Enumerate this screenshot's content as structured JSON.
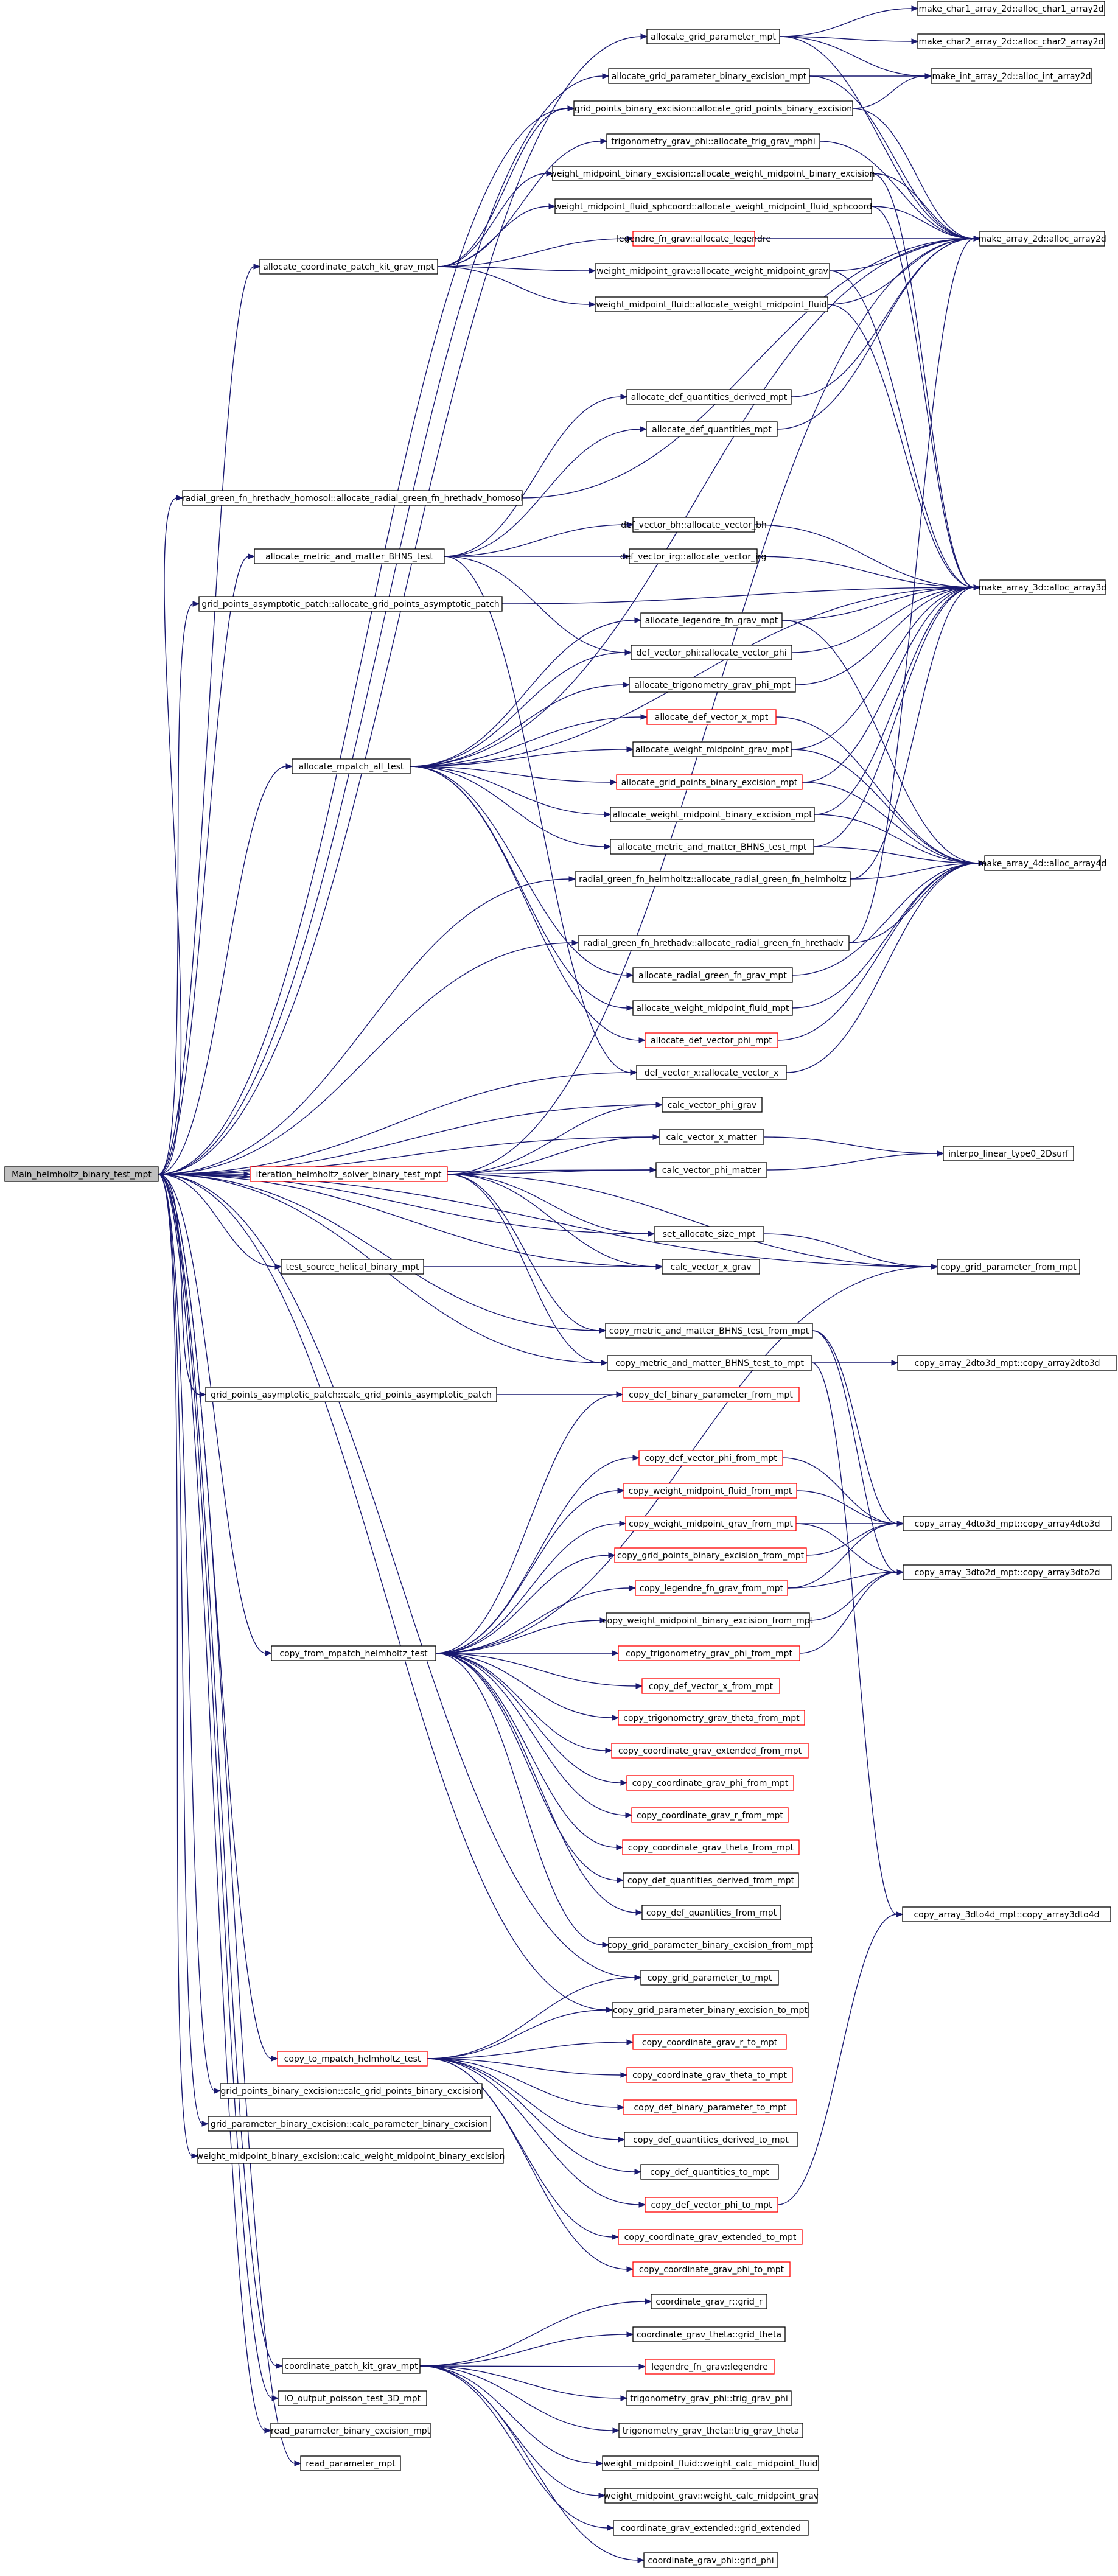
{
  "colors": {
    "edge": "#191970",
    "node_border": "#000000",
    "node_border_partial": "#ff0000",
    "root_fill": "#bfbfbf"
  },
  "nodes": [
    {
      "id": "main",
      "label": "Main_helmholtz_binary_test_mpt",
      "root": true
    },
    {
      "id": "agpm",
      "label": "allocate_grid_parameter_mpt"
    },
    {
      "id": "mc1",
      "label": "make_char1_array_2d::alloc_char1_array2d"
    },
    {
      "id": "mc2",
      "label": "make_char2_array_2d::alloc_char2_array2d"
    },
    {
      "id": "agpbe",
      "label": "allocate_grid_parameter_binary_excision_mpt"
    },
    {
      "id": "mi2",
      "label": "make_int_array_2d::alloc_int_array2d"
    },
    {
      "id": "gpbe_agp",
      "label": "grid_points_binary_excision::allocate_grid_points_binary_excision"
    },
    {
      "id": "tgp_atg",
      "label": "trigonometry_grav_phi::allocate_trig_grav_mphi"
    },
    {
      "id": "wmbe_awm",
      "label": "weight_midpoint_binary_excision::allocate_weight_midpoint_binary_excision"
    },
    {
      "id": "wmfs_awm",
      "label": "weight_midpoint_fluid_sphcoord::allocate_weight_midpoint_fluid_sphcoord"
    },
    {
      "id": "lfg_al",
      "label": "legendre_fn_grav::allocate_legendre",
      "partial": true
    },
    {
      "id": "m2d",
      "label": "make_array_2d::alloc_array2d"
    },
    {
      "id": "acpkg",
      "label": "allocate_coordinate_patch_kit_grav_mpt"
    },
    {
      "id": "wmg_awm",
      "label": "weight_midpoint_grav::allocate_weight_midpoint_grav"
    },
    {
      "id": "wmf_awm",
      "label": "weight_midpoint_fluid::allocate_weight_midpoint_fluid"
    },
    {
      "id": "adqd",
      "label": "allocate_def_quantities_derived_mpt"
    },
    {
      "id": "adq",
      "label": "allocate_def_quantities_mpt"
    },
    {
      "id": "rgfhh_arg",
      "label": "radial_green_fn_hrethadv_homosol::allocate_radial_green_fn_hrethadv_homosol"
    },
    {
      "id": "dvbh",
      "label": "def_vector_bh::allocate_vector_bh"
    },
    {
      "id": "amm",
      "label": "allocate_metric_and_matter_BHNS_test"
    },
    {
      "id": "dvirg",
      "label": "def_vector_irg::allocate_vector_irg"
    },
    {
      "id": "gpap",
      "label": "grid_points_asymptotic_patch::allocate_grid_points_asymptotic_patch"
    },
    {
      "id": "m3d",
      "label": "make_array_3d::alloc_array3d"
    },
    {
      "id": "algm",
      "label": "allocate_legendre_fn_grav_mpt"
    },
    {
      "id": "dvphi",
      "label": "def_vector_phi::allocate_vector_phi"
    },
    {
      "id": "atgp",
      "label": "allocate_trigonometry_grav_phi_mpt"
    },
    {
      "id": "adv",
      "label": "allocate_def_vector_x_mpt",
      "partial": true
    },
    {
      "id": "amat",
      "label": "allocate_mpatch_all_test"
    },
    {
      "id": "awmg",
      "label": "allocate_weight_midpoint_grav_mpt"
    },
    {
      "id": "agpbex",
      "label": "allocate_grid_points_binary_excision_mpt",
      "partial": true
    },
    {
      "id": "awmbe",
      "label": "allocate_weight_midpoint_binary_excision_mpt"
    },
    {
      "id": "ammt",
      "label": "allocate_metric_and_matter_BHNS_test_mpt"
    },
    {
      "id": "m4d",
      "label": "make_array_4d::alloc_array4d"
    },
    {
      "id": "rgfh",
      "label": "radial_green_fn_helmholtz::allocate_radial_green_fn_helmholtz"
    },
    {
      "id": "rgfhr",
      "label": "radial_green_fn_hrethadv::allocate_radial_green_fn_hrethadv"
    },
    {
      "id": "argfg",
      "label": "allocate_radial_green_fn_grav_mpt"
    },
    {
      "id": "awmf",
      "label": "allocate_weight_midpoint_fluid_mpt"
    },
    {
      "id": "advp",
      "label": "allocate_def_vector_phi_mpt",
      "partial": true
    },
    {
      "id": "dvx",
      "label": "def_vector_x::allocate_vector_x"
    },
    {
      "id": "cvpg",
      "label": "calc_vector_phi_grav"
    },
    {
      "id": "cvxm",
      "label": "calc_vector_x_matter"
    },
    {
      "id": "ihs",
      "label": "iteration_helmholtz_solver_binary_test_mpt",
      "partial": true
    },
    {
      "id": "cvpm",
      "label": "calc_vector_phi_matter"
    },
    {
      "id": "ilt",
      "label": "interpo_linear_type0_2Dsurf"
    },
    {
      "id": "sas",
      "label": "set_allocate_size_mpt"
    },
    {
      "id": "tsh",
      "label": "test_source_helical_binary_mpt"
    },
    {
      "id": "cvxg",
      "label": "calc_vector_x_grav"
    },
    {
      "id": "cgpfm",
      "label": "copy_grid_parameter_from_mpt"
    },
    {
      "id": "cmmf",
      "label": "copy_metric_and_matter_BHNS_test_from_mpt"
    },
    {
      "id": "cmmt",
      "label": "copy_metric_and_matter_BHNS_test_to_mpt"
    },
    {
      "id": "ca2to3",
      "label": "copy_array_2dto3d_mpt::copy_array2dto3d"
    },
    {
      "id": "gpap_calc",
      "label": "grid_points_asymptotic_patch::calc_grid_points_asymptotic_patch"
    },
    {
      "id": "cdbp",
      "label": "copy_def_binary_parameter_from_mpt",
      "partial": true
    },
    {
      "id": "cdvp",
      "label": "copy_def_vector_phi_from_mpt",
      "partial": true
    },
    {
      "id": "cwmf",
      "label": "copy_weight_midpoint_fluid_from_mpt",
      "partial": true
    },
    {
      "id": "cwmg",
      "label": "copy_weight_midpoint_grav_from_mpt",
      "partial": true
    },
    {
      "id": "ca4to3",
      "label": "copy_array_4dto3d_mpt::copy_array4dto3d"
    },
    {
      "id": "cgpbe",
      "label": "copy_grid_points_binary_excision_from_mpt",
      "partial": true
    },
    {
      "id": "ca3to2",
      "label": "copy_array_3dto2d_mpt::copy_array3dto2d"
    },
    {
      "id": "clfg",
      "label": "copy_legendre_fn_grav_from_mpt",
      "partial": true
    },
    {
      "id": "cfmh",
      "label": "copy_from_mpatch_helmholtz_test"
    },
    {
      "id": "cwmbe",
      "label": "copy_weight_midpoint_binary_excision_from_mpt"
    },
    {
      "id": "ctgp",
      "label": "copy_trigonometry_grav_phi_from_mpt",
      "partial": true
    },
    {
      "id": "cdvx",
      "label": "copy_def_vector_x_from_mpt",
      "partial": true
    },
    {
      "id": "ctgt",
      "label": "copy_trigonometry_grav_theta_from_mpt",
      "partial": true
    },
    {
      "id": "ccge",
      "label": "copy_coordinate_grav_extended_from_mpt",
      "partial": true
    },
    {
      "id": "ccgp",
      "label": "copy_coordinate_grav_phi_from_mpt",
      "partial": true
    },
    {
      "id": "ccgr",
      "label": "copy_coordinate_grav_r_from_mpt",
      "partial": true
    },
    {
      "id": "ccgt",
      "label": "copy_coordinate_grav_theta_from_mpt",
      "partial": true
    },
    {
      "id": "cdqd",
      "label": "copy_def_quantities_derived_from_mpt"
    },
    {
      "id": "cdq",
      "label": "copy_def_quantities_from_mpt"
    },
    {
      "id": "ca3to4",
      "label": "copy_array_3dto4d_mpt::copy_array3dto4d"
    },
    {
      "id": "cgpbef",
      "label": "copy_grid_parameter_binary_excision_from_mpt"
    },
    {
      "id": "cgpt",
      "label": "copy_grid_parameter_to_mpt"
    },
    {
      "id": "cgpbet",
      "label": "copy_grid_parameter_binary_excision_to_mpt"
    },
    {
      "id": "ctmh",
      "label": "copy_to_mpatch_helmholtz_test",
      "partial": true
    },
    {
      "id": "ccgrt",
      "label": "copy_coordinate_grav_r_to_mpt",
      "partial": true
    },
    {
      "id": "gpbe_calc",
      "label": "grid_points_binary_excision::calc_grid_points_binary_excision"
    },
    {
      "id": "ccgtt",
      "label": "copy_coordinate_grav_theta_to_mpt",
      "partial": true
    },
    {
      "id": "gpbe_cp",
      "label": "grid_parameter_binary_excision::calc_parameter_binary_excision"
    },
    {
      "id": "cdbpt",
      "label": "copy_def_binary_parameter_to_mpt",
      "partial": true
    },
    {
      "id": "wmbe_calc",
      "label": "weight_midpoint_binary_excision::calc_weight_midpoint_binary_excision"
    },
    {
      "id": "cdqdt",
      "label": "copy_def_quantities_derived_to_mpt"
    },
    {
      "id": "cdqt",
      "label": "copy_def_quantities_to_mpt"
    },
    {
      "id": "cdvpt",
      "label": "copy_def_vector_phi_to_mpt",
      "partial": true
    },
    {
      "id": "ccget",
      "label": "copy_coordinate_grav_extended_to_mpt",
      "partial": true
    },
    {
      "id": "ccgpt",
      "label": "copy_coordinate_grav_phi_to_mpt",
      "partial": true
    },
    {
      "id": "cgr",
      "label": "coordinate_grav_r::grid_r"
    },
    {
      "id": "cgth",
      "label": "coordinate_grav_theta::grid_theta"
    },
    {
      "id": "cpkg",
      "label": "coordinate_patch_kit_grav_mpt"
    },
    {
      "id": "lfg_l",
      "label": "legendre_fn_grav::legendre",
      "partial": true
    },
    {
      "id": "io",
      "label": "IO_output_poisson_test_3D_mpt"
    },
    {
      "id": "tgp_t",
      "label": "trigonometry_grav_phi::trig_grav_phi"
    },
    {
      "id": "rpbe",
      "label": "read_parameter_binary_excision_mpt"
    },
    {
      "id": "tgt_t",
      "label": "trigonometry_grav_theta::trig_grav_theta"
    },
    {
      "id": "rpm",
      "label": "read_parameter_mpt"
    },
    {
      "id": "wmf_c",
      "label": "weight_midpoint_fluid::weight_calc_midpoint_fluid"
    },
    {
      "id": "wmg_c",
      "label": "weight_midpoint_grav::weight_calc_midpoint_grav"
    },
    {
      "id": "cge",
      "label": "coordinate_grav_extended::grid_extended"
    },
    {
      "id": "cgp",
      "label": "coordinate_grav_phi::grid_phi"
    }
  ]
}
